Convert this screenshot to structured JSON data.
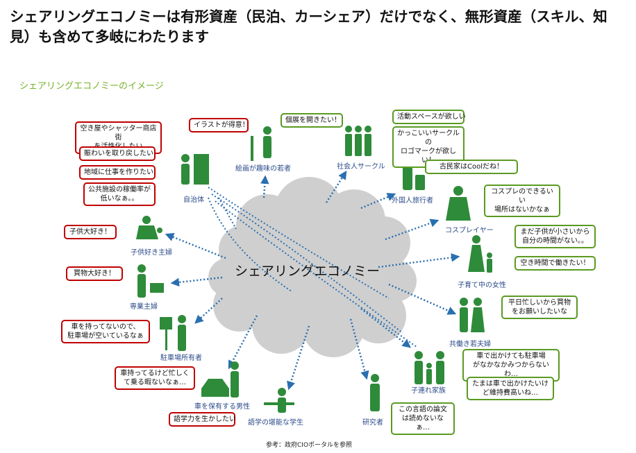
{
  "title": "シェアリングエコノミーは有形資産（民泊、カーシェア）だけでなく、無形資産（スキル、知見）も含めて多岐にわたります",
  "subtitle": "シェアリングエコノミーのイメージ",
  "center": "シェアリングエコノミー",
  "footer": "参考：政府CIOポータルを参照",
  "colors": {
    "provider": "#2e8b3a",
    "consumer": "#2e8b3a",
    "red": "#c00000",
    "green_border": "#5a9a22",
    "label": "#2b4a8a",
    "cloud": "#cfcfcf",
    "arrow": "#2a6fb0"
  },
  "labels": {
    "jichitai": "自治体",
    "kaiga": "絵画が趣味の若者",
    "shakaijin": "社会人サークル",
    "gaikokujin": "外国人旅行者",
    "cosplayer": "コスプレイヤー",
    "kosodate": "子育て中の女性",
    "tomobataraki": "共働き若夫婦",
    "kozure": "子連れ家族",
    "kenkyusha": "研究者",
    "gakusei": "語学の堪能な学生",
    "kuruma": "車を保有する男性",
    "chushajo": "駐車場所有者",
    "sengyo": "専業主婦",
    "kodomozuki": "子供好き主婦"
  },
  "bubbles": {
    "akiya": "空き屋やシャッター商店街\nを活性化したい",
    "nigiwai": "賑わいを取り戻したい",
    "shigoto": "地域に仕事を作りたい",
    "kokyo": "公共施設の稼働率が\n低いなぁ。。",
    "illust": "イラストが得意！",
    "koten": "個展を開きたい！",
    "katsudo": "活動スペースが欲しい",
    "logo": "かっこいいサークルの\nロゴマークが欲しい！",
    "kominka": "古民家はCoolだね！",
    "cosplay": "コスプレのできるいい\n場所はないかなぁ",
    "mada": "まだ子供が小さいから\n自分の時間がない。。",
    "akijikan": "空き時間で働きたい！",
    "heijitsu": "平日忙しいから買物\nをお願いしたいな",
    "chushajo_miss": "車で出かけても駐車場\nがなかなかみつからないわ…",
    "tamani": "たまは車で出かけたいけ\nど維持費高いね…",
    "ronbun": "この言語の論文\nは読めないなぁ…",
    "gogaku": "語学力を生かしたい",
    "isogashiku": "車持ってるけど忙しく\nて乗る暇ないなぁ…",
    "kuruma_nai": "車を持ってないので、\n駐車場が空いているなぁ",
    "kaimono": "買物大好き！",
    "kodomo": "子供大好き！"
  }
}
